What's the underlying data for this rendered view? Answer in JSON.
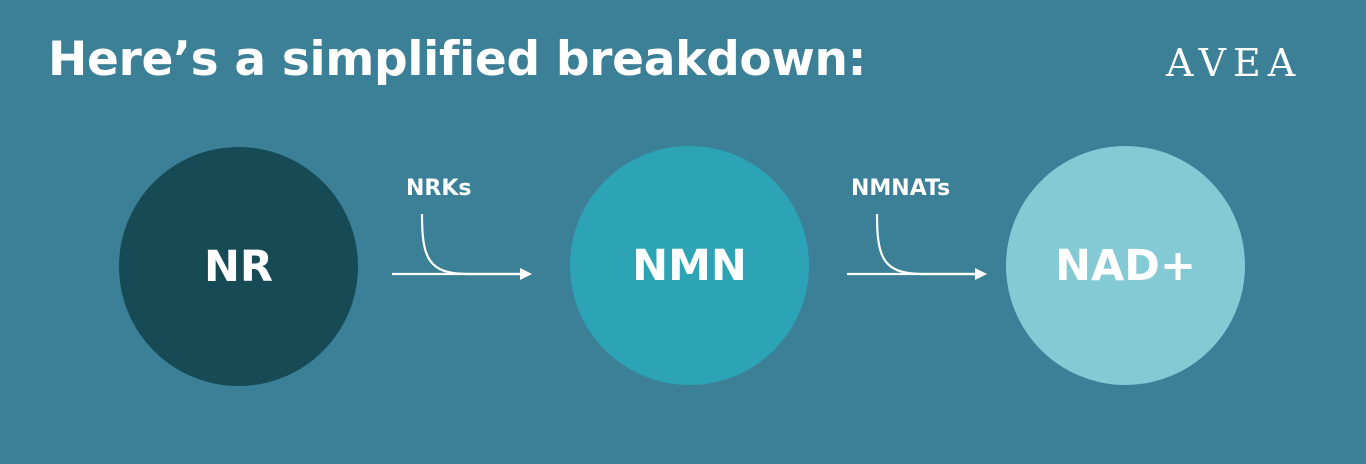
{
  "title": "Here’s a simplified breakdown:",
  "logo": "AVEA",
  "colors": {
    "background": "#3b8096",
    "nr_circle": "#164a55",
    "nmn_circle": "#2ca4b6",
    "nad_circle": "#83cad4",
    "text": "#ffffff"
  },
  "nodes": [
    {
      "label": "NR"
    },
    {
      "label": "NMN"
    },
    {
      "label": "NAD+"
    }
  ],
  "steps": [
    {
      "enzyme": "NRKs",
      "from": "NR",
      "to": "NMN"
    },
    {
      "enzyme": "NMNATs",
      "from": "NMN",
      "to": "NAD+"
    }
  ]
}
